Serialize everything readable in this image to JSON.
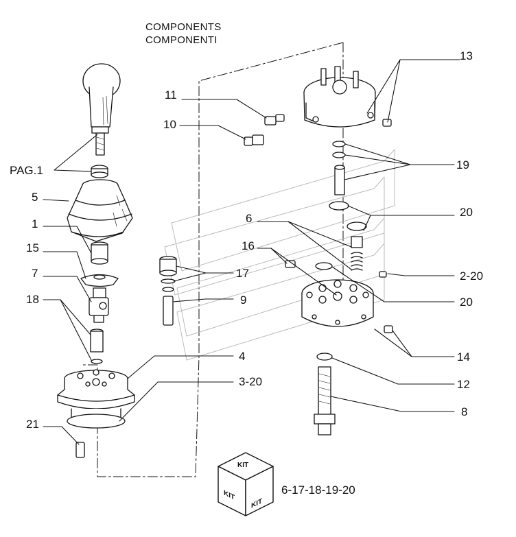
{
  "title": {
    "line1": "COMPONENTS",
    "line2": "COMPONENTI"
  },
  "callouts": [
    {
      "id": "13",
      "text": "13"
    },
    {
      "id": "11",
      "text": "11"
    },
    {
      "id": "10",
      "text": "10"
    },
    {
      "id": "19",
      "text": "19"
    },
    {
      "id": "pag1",
      "text": "PAG.1"
    },
    {
      "id": "5",
      "text": "5"
    },
    {
      "id": "20a",
      "text": "20"
    },
    {
      "id": "1",
      "text": "1"
    },
    {
      "id": "6",
      "text": "6"
    },
    {
      "id": "15",
      "text": "15"
    },
    {
      "id": "16",
      "text": "16"
    },
    {
      "id": "7",
      "text": "7"
    },
    {
      "id": "17",
      "text": "17"
    },
    {
      "id": "2-20",
      "text": "2-20"
    },
    {
      "id": "18",
      "text": "18"
    },
    {
      "id": "9",
      "text": "9"
    },
    {
      "id": "20b",
      "text": "20"
    },
    {
      "id": "4",
      "text": "4"
    },
    {
      "id": "14",
      "text": "14"
    },
    {
      "id": "3-20",
      "text": "3-20"
    },
    {
      "id": "12",
      "text": "12"
    },
    {
      "id": "8",
      "text": "8"
    },
    {
      "id": "21",
      "text": "21"
    }
  ],
  "kit": {
    "top_label": "KIT",
    "left_label": "KIT",
    "right_label": "KIT",
    "code": "6-17-18-19-20"
  }
}
